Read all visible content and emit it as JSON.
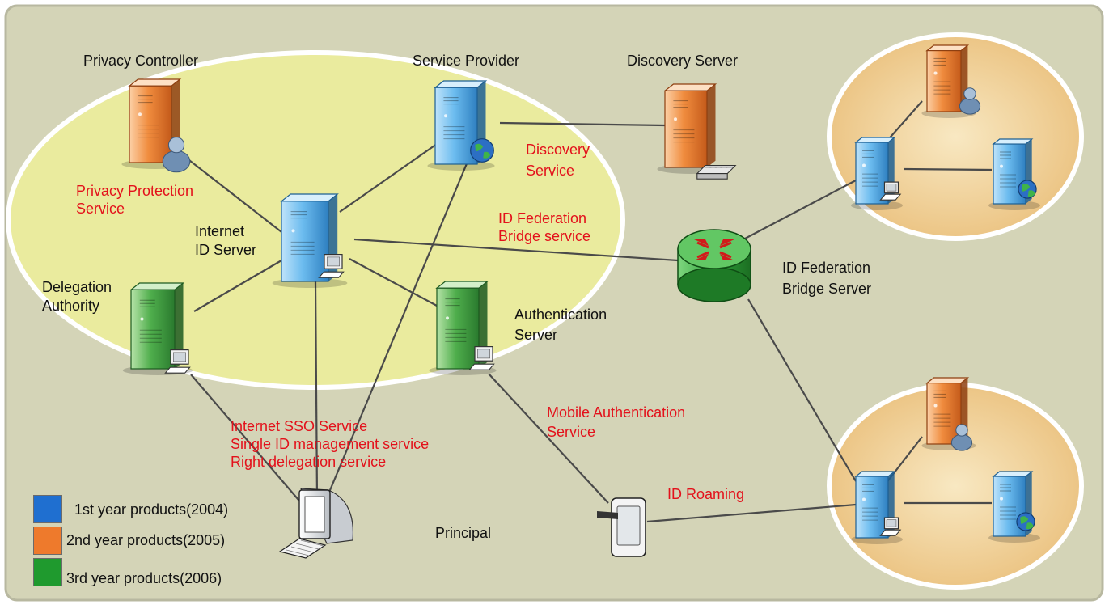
{
  "nodes": {
    "privacy_controller": "Privacy Controller",
    "service_provider": "Service Provider",
    "discovery_server": "Discovery Server",
    "internet_id_server": [
      "Internet",
      "ID Server"
    ],
    "delegation_authority": [
      "Delegation",
      "Authority"
    ],
    "authentication_server": [
      "Authentication",
      "Server"
    ],
    "bridge_server": [
      "ID Federation",
      "Bridge Server"
    ],
    "principal": "Principal"
  },
  "services": {
    "privacy_protection": [
      "Privacy Protection",
      "Service"
    ],
    "discovery": [
      "Discovery",
      "Service"
    ],
    "id_federation_bridge": [
      "ID Federation",
      "Bridge service"
    ],
    "sso": [
      "Internet SSO Service",
      "Single ID management service",
      "Right delegation service"
    ],
    "mobile_auth": [
      "Mobile Authentication",
      "Service"
    ],
    "id_roaming": "ID Roaming"
  },
  "legend": [
    {
      "label": "1st year products(2004)",
      "color": "#1f6fd0"
    },
    {
      "label": "2nd year products(2005)",
      "color": "#ee7a2c"
    },
    {
      "label": "3rd year products(2006)",
      "color": "#1f9a2e"
    }
  ],
  "colors": {
    "background": "#d4d4b7",
    "core_zone": "#eaeb9e",
    "federated_zone": "#f0cf98",
    "service_text": "#e3111b",
    "server_blue": "#5aaee4",
    "server_orange": "#ee7a2c",
    "server_green": "#3fa444",
    "link": "#4a4a4a"
  }
}
